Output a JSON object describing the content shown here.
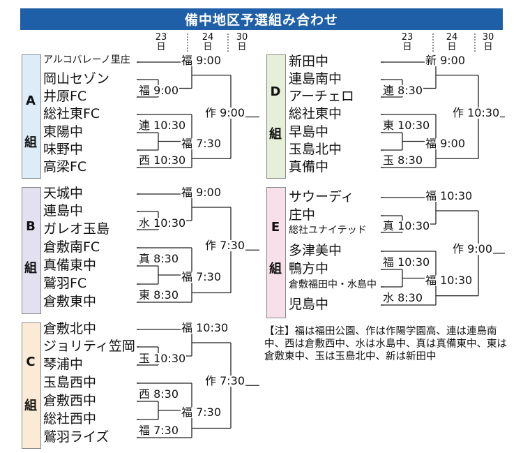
{
  "title": "備中地区予選組み合わせ",
  "dates": {
    "d23": "23\n日",
    "d24": "24\n日",
    "d30": "30\n日"
  },
  "groups": {
    "A": {
      "label": "A",
      "suffix": "組",
      "teams": [
        "アルコバレーノ里庄",
        "岡山セゾン",
        "井原FC",
        "総社東FC",
        "東陽中",
        "味野中",
        "高梁FC"
      ],
      "times": {
        "r1_1": "福 9:00",
        "r1_2": "福 9:00",
        "semi": "作 9:00",
        "r1_3": "連 10:30",
        "r1_4": "福 7:30",
        "r1_5": "西 10:30"
      }
    },
    "B": {
      "label": "B",
      "suffix": "組",
      "teams": [
        "天城中",
        "連島中",
        "ガレオ玉島",
        "倉敷南FC",
        "真備東中",
        "鷲羽FC",
        "倉敷東中"
      ],
      "times": {
        "r1_1": "福 9:00",
        "r1_2": "水 10:30",
        "semi": "作 7:30",
        "r1_3": "真 8:30",
        "r1_4": "福 7:30",
        "r1_5": "東 8:30"
      }
    },
    "C": {
      "label": "C",
      "suffix": "組",
      "teams": [
        "倉敷北中",
        "ジョリティ笠岡",
        "琴浦中",
        "玉島西中",
        "倉敷西中",
        "総社西中",
        "鷲羽ライズ"
      ],
      "times": {
        "r1_1": "福 10:30",
        "r1_2": "玉 10:30",
        "semi": "作 7:30",
        "r1_3": "西 8:30",
        "r1_4": "福 7:30",
        "r1_5": "福 7:30"
      }
    },
    "D": {
      "label": "D",
      "suffix": "組",
      "teams": [
        "新田中",
        "連島南中",
        "アーチェロ",
        "総社東中",
        "早島中",
        "玉島北中",
        "真備中"
      ],
      "times": {
        "r1_1": "新 9:00",
        "r1_2": "連 8:30",
        "semi": "作 10:30",
        "r1_3": "東 10:30",
        "r1_4": "福 9:00",
        "r1_5": "玉 8:30"
      }
    },
    "E": {
      "label": "E",
      "suffix": "組",
      "teams": [
        "サウーディ",
        "庄中",
        "総社ユナイテッド",
        "多津美中",
        "鴨方中",
        "倉敷福田中・水島中",
        "児島中"
      ],
      "times": {
        "r1_1": "福 10:30",
        "r1_2": "真 10:30",
        "semi": "作 9:00",
        "r1_3": "福 10:30",
        "r1_4": "福 10:30",
        "r1_5": "水 8:30"
      }
    }
  },
  "note": "【注】福は福田公園、作は作陽学園高、連は連島南中、西は倉敷西中、水は水島中、真は真備東中、東は倉敷東中、玉は玉島北中、新は新田中"
}
